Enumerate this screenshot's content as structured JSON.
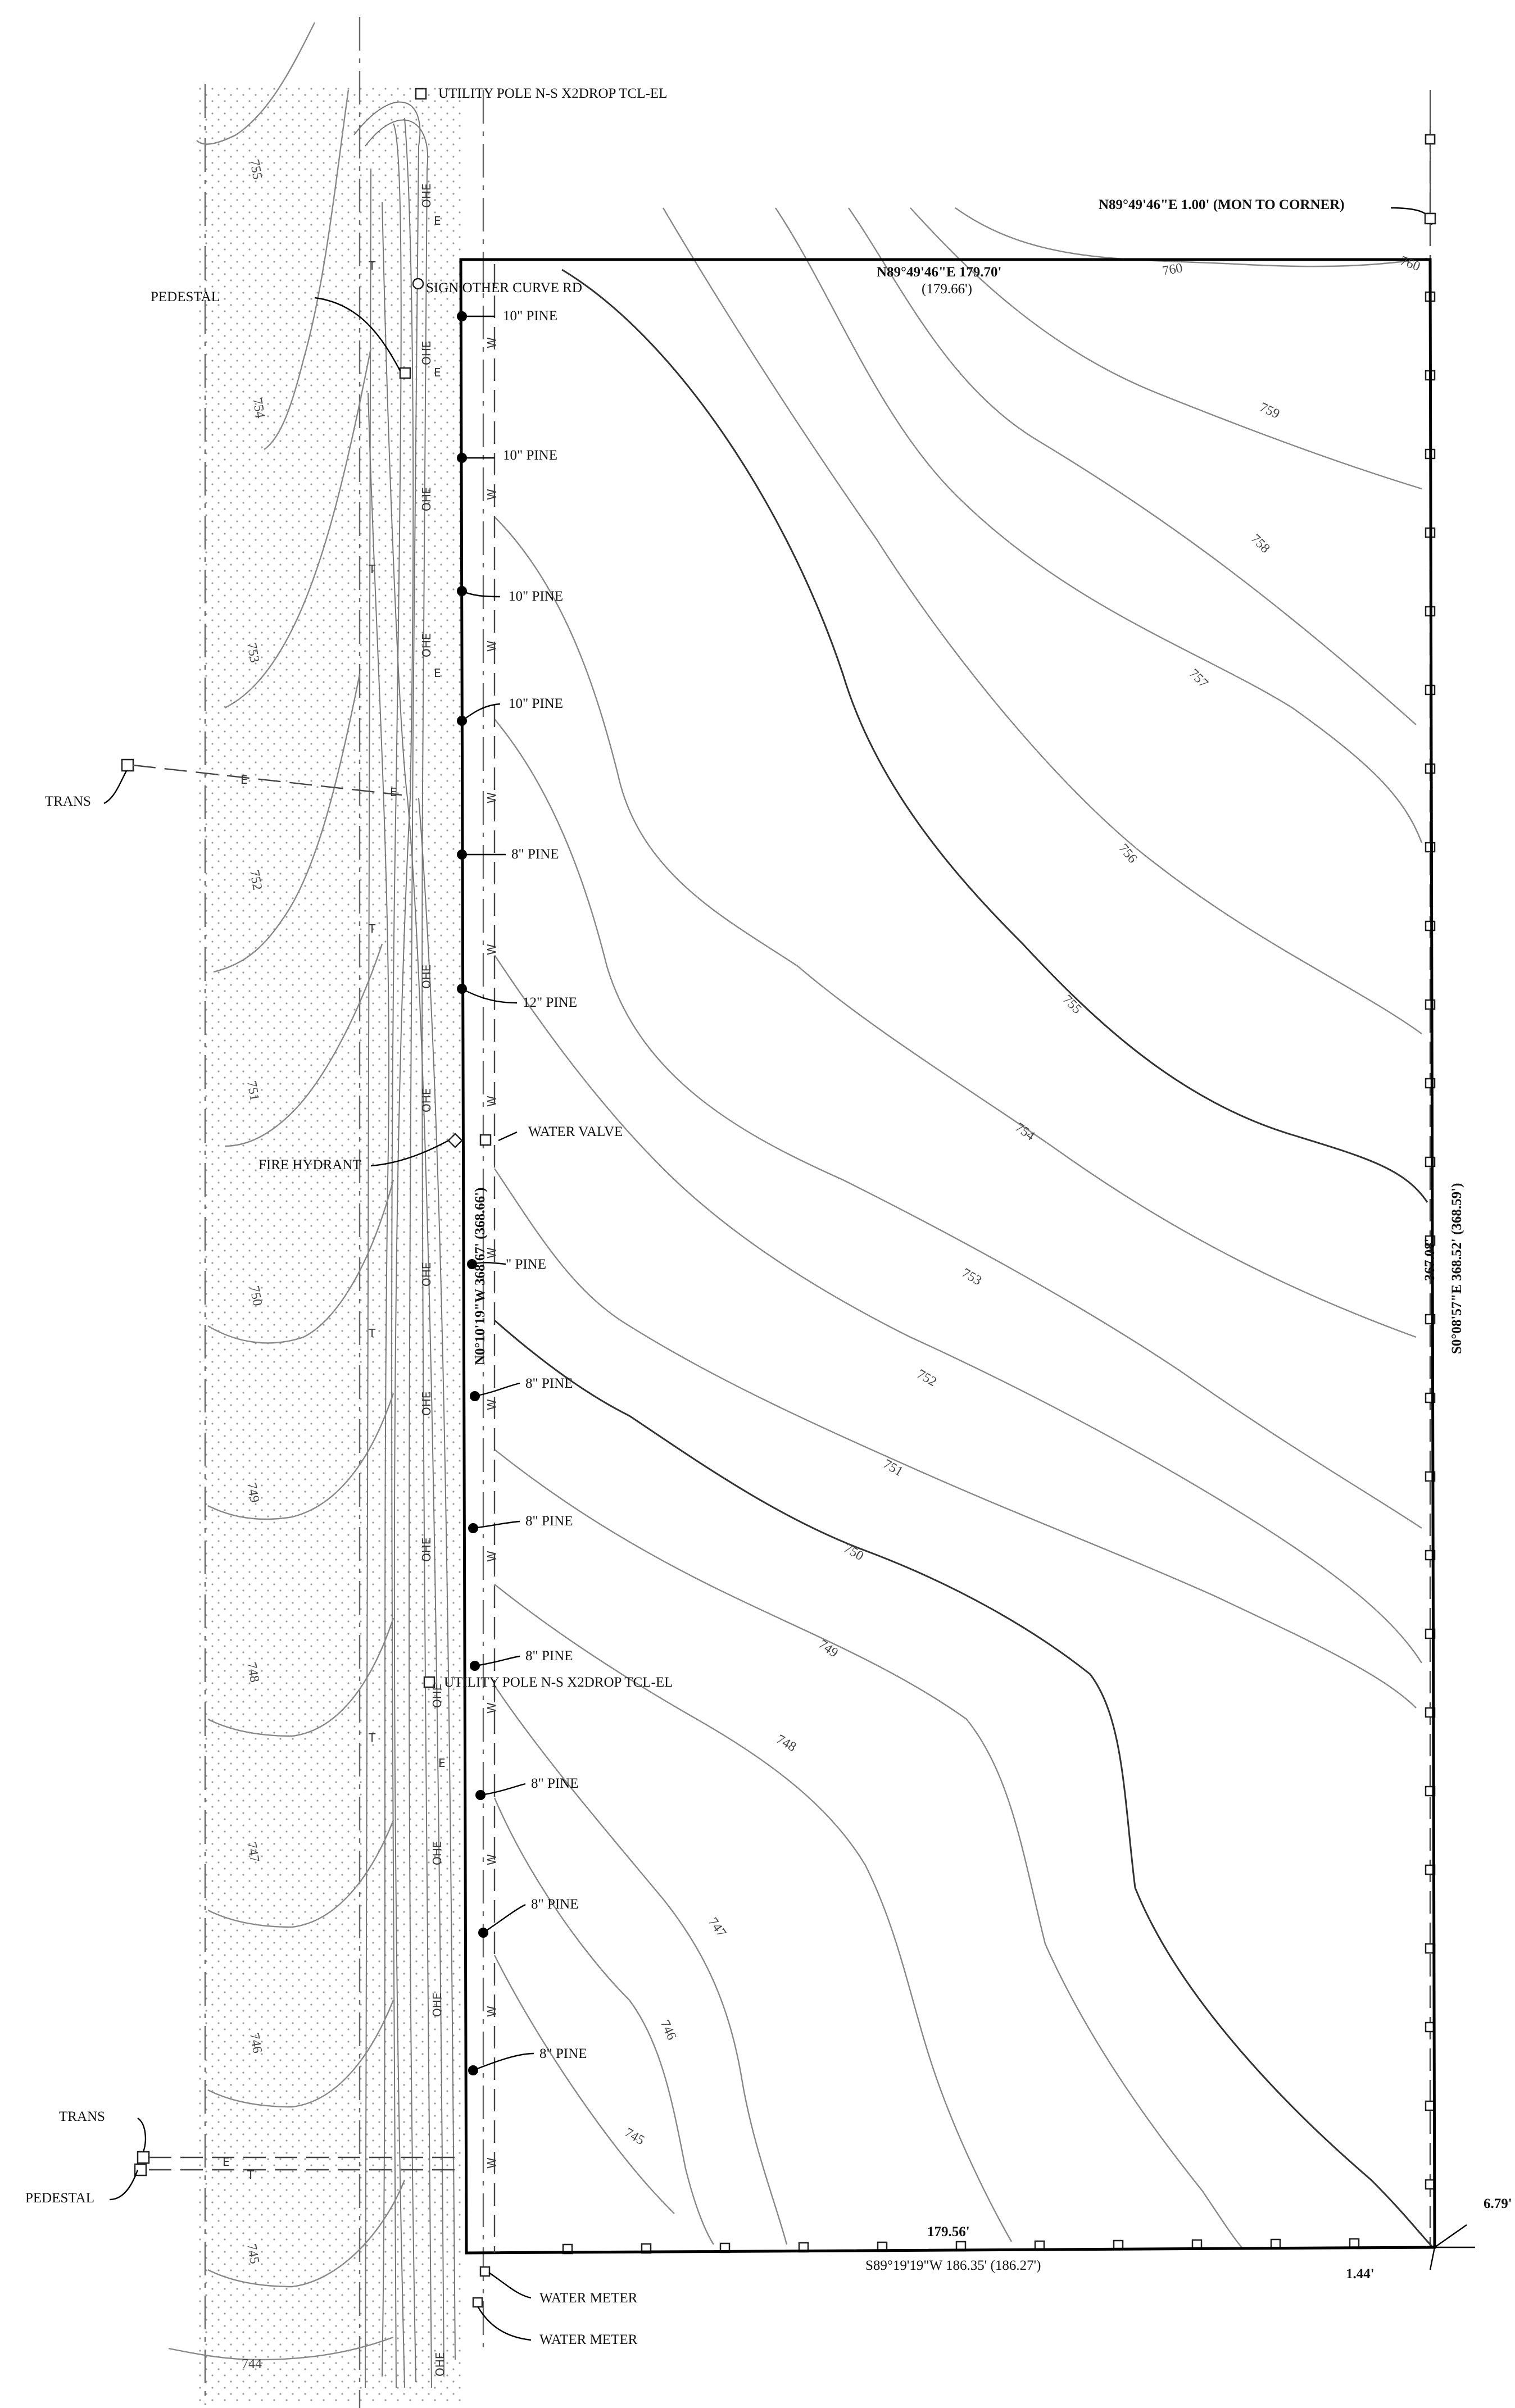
{
  "boundary": {
    "north_bearing": "N89°49'46\"E  179.70'",
    "north_record": "(179.66')",
    "corner_tie": "N89°49'46\"E  1.00' (MON TO CORNER)",
    "west_bearing": "N0°10'19\"W  368.67' (368.66')",
    "east_bearing": "S0°08'57\"E  368.52' (368.59')",
    "east_measured": "367.08'",
    "south_measured": "179.56'",
    "south_bearing": "S89°19'19\"W  186.35' (186.27')",
    "se_offset_a": "6.79'",
    "se_offset_b": "1.44'"
  },
  "callouts": {
    "pole_north": "UTILITY POLE  N-S X2DROP TCL-EL",
    "pole_south": "UTILITY POLE  N-S X2DROP TCL-EL",
    "sign": "SIGN OTHER CURVE RD",
    "pedestal_north": "PEDESTAL",
    "trans_north": "TRANS",
    "trans_south": "TRANS",
    "pedestal_south": "PEDESTAL",
    "fire_hydrant": "FIRE HYDRANT",
    "water_valve": "WATER VALVE",
    "water_meter_1": "WATER METER",
    "water_meter_2": "WATER METER"
  },
  "trees": [
    {
      "label": "10\" PINE"
    },
    {
      "label": "10\" PINE"
    },
    {
      "label": "10\" PINE"
    },
    {
      "label": "10\" PINE"
    },
    {
      "label": "8\" PINE"
    },
    {
      "label": "12\" PINE"
    },
    {
      "label": "\" PINE"
    },
    {
      "label": "8\" PINE"
    },
    {
      "label": "8\" PINE"
    },
    {
      "label": "8\" PINE"
    },
    {
      "label": "8\" PINE"
    },
    {
      "label": "8\" PINE"
    },
    {
      "label": "8\" PINE"
    }
  ],
  "contours": {
    "c760": "760",
    "c759": "759",
    "c758": "758",
    "c757": "757",
    "c756": "756",
    "c755": "755",
    "c754": "754",
    "c753": "753",
    "c752": "752",
    "c751": "751",
    "c750": "750",
    "c749": "749",
    "c748": "748",
    "c747": "747",
    "c746": "746",
    "c745": "745",
    "c744": "744"
  },
  "utility_codes": {
    "ohe": "OHE",
    "e": "E",
    "t": "T",
    "w": "W"
  },
  "colors": {
    "ink": "#000000",
    "contour_minor": "#888888",
    "contour_major": "#333333"
  }
}
